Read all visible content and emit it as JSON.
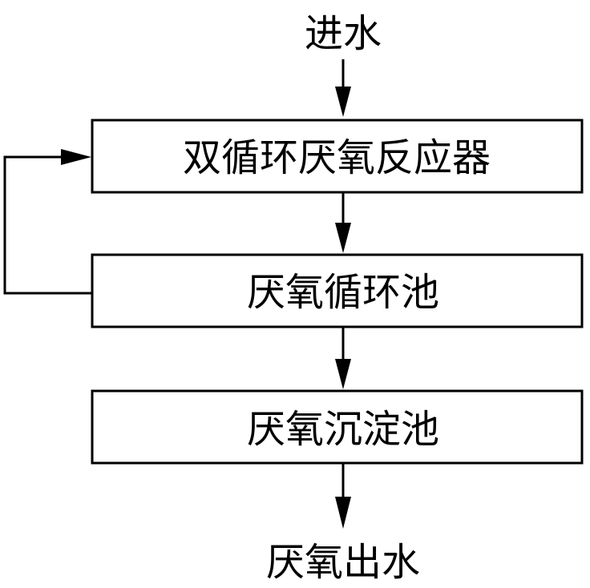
{
  "flowchart": {
    "input_label": "进水",
    "steps": [
      {
        "label": "双循环厌氧反应器"
      },
      {
        "label": "厌氧循环池"
      },
      {
        "label": "厌氧沉淀池"
      }
    ],
    "output_label": "厌氧出水",
    "colors": {
      "line": "#000000",
      "box_fill": "#ffffff",
      "background": "#ffffff"
    }
  }
}
